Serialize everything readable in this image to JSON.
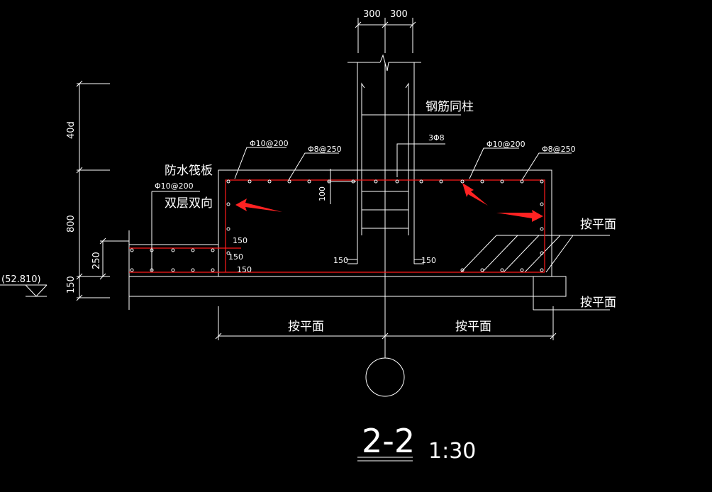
{
  "drawing": {
    "section_title": "2-2",
    "scale": "1:30",
    "colors": {
      "background": "#000000",
      "lines": "#ffffff",
      "rebar_highlight": "#ff1a1a",
      "annotation_arrows": "#ff2222"
    },
    "dimensions": {
      "col_left": "300",
      "col_right": "300",
      "dev_length": "40d",
      "footing_height": "800",
      "raft_thickness": "250",
      "bedding": "150",
      "haunch": "100",
      "step_upper": "150",
      "step_middle": "150",
      "step_lower": "150",
      "col_inner_left": "150",
      "col_inner_right": "150"
    },
    "labels": {
      "rebar_top_left": "Φ10@200",
      "rebar_top_left_dist": "Φ8@250",
      "rebar_top_right": "Φ10@200",
      "rebar_top_right_dist": "Φ8@250",
      "stirrup": "3Φ8",
      "column_bars": "钢筋同柱",
      "raft_title": "防水筏板",
      "raft_rebar": "Φ10@200",
      "raft_note": "双层双向",
      "slope_label_upper": "按平面",
      "slope_label_lower": "按平面",
      "bottom_left": "按平面",
      "bottom_right": "按平面",
      "elevation": "(52.810)"
    }
  }
}
